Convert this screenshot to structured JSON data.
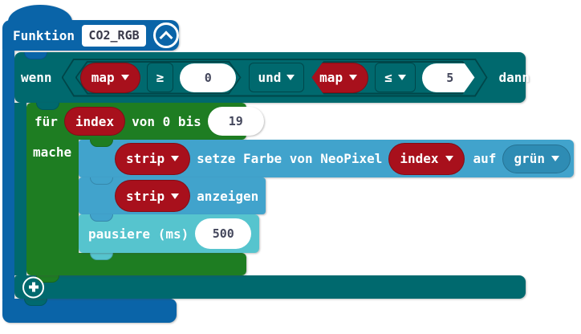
{
  "colors": {
    "function_blue": "#0A64A8",
    "logic_teal": "#00696E",
    "loop_green": "#1E7D22",
    "neopixel_blue": "#41A3CC",
    "pause_cyan": "#56C4CE",
    "variable_red": "#A8101C",
    "value_text": "#44475C"
  },
  "icons": {
    "collapse": "chevron-up-circle",
    "add_branch": "plus-circle",
    "dropdown": "triangle-down"
  },
  "function_block": {
    "keyword": "Funktion",
    "name": "CO2_RGB"
  },
  "if_block": {
    "if_label": "wenn",
    "then_label": "dann",
    "condition": {
      "left": {
        "variable": "map",
        "operator": "≥",
        "value": "0"
      },
      "join": "und",
      "right": {
        "variable": "map",
        "operator": "≤",
        "value": "5"
      }
    }
  },
  "loop_block": {
    "for_label": "für",
    "variable": "index",
    "from_to_label": "von 0 bis",
    "to_value": "19",
    "do_label": "mache"
  },
  "statements": {
    "set_color": {
      "strip_variable": "strip",
      "label": "setze Farbe von NeoPixel",
      "index_variable": "index",
      "preposition": "auf",
      "color": "grün"
    },
    "show": {
      "strip_variable": "strip",
      "label": "anzeigen"
    },
    "pause": {
      "label": "pausiere (ms)",
      "value": "500"
    }
  }
}
